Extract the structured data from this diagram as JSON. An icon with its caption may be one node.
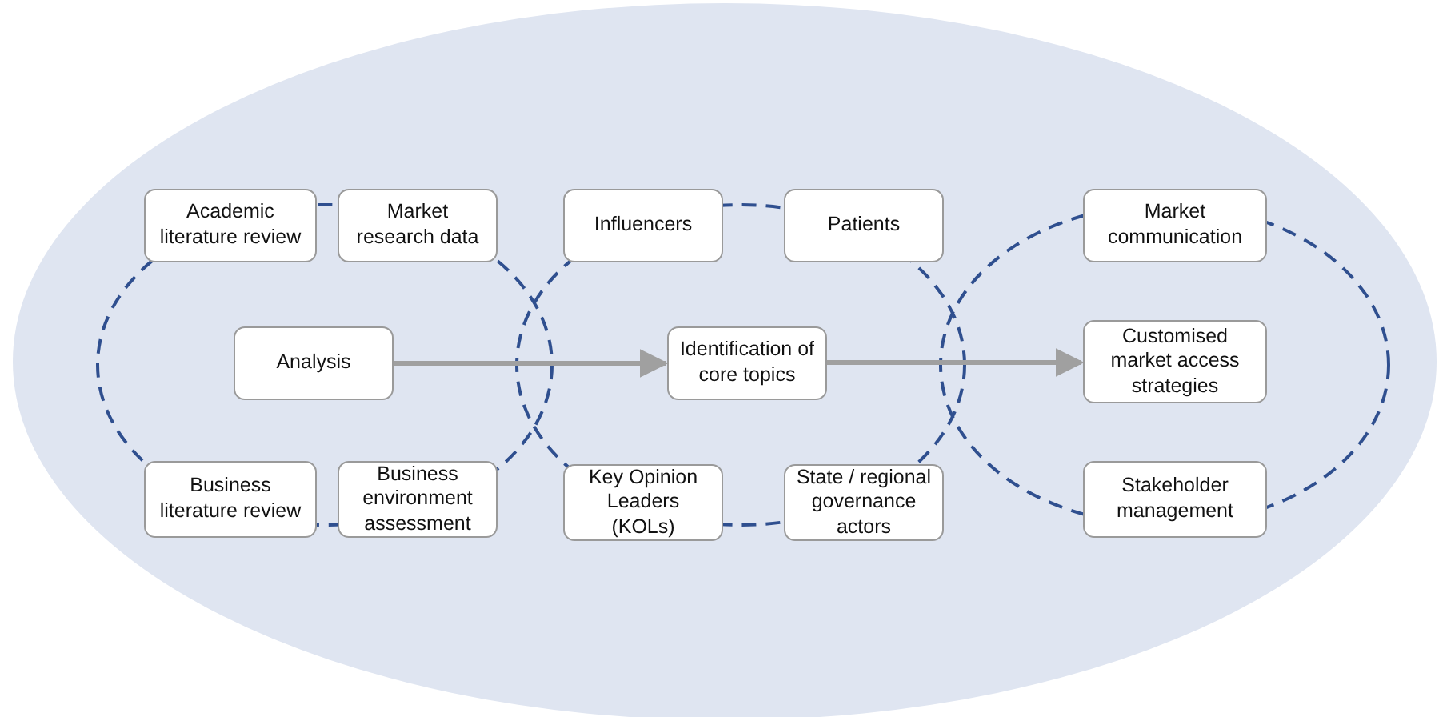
{
  "diagram": {
    "nodes": [
      {
        "text": [
          "Academic literature review"
        ]
      },
      {
        "text": [
          "Market research data"
        ]
      },
      {
        "text": [
          "Influencers"
        ]
      },
      {
        "text": [
          "Patients"
        ]
      },
      {
        "text": [
          "Market communication"
        ]
      },
      {
        "text": [
          "Analysis"
        ]
      },
      {
        "text": [
          "Identification of core topics"
        ]
      },
      {
        "text": [
          "Customised market access strategies"
        ]
      },
      {
        "text": [
          "Business literature review"
        ]
      },
      {
        "text": [
          "Business environment assessment"
        ]
      },
      {
        "text": [
          "Key Opinion Leaders (KOLs)"
        ]
      },
      {
        "text": [
          "State / regional governance actors"
        ]
      },
      {
        "text": [
          "Stakeholder management"
        ]
      }
    ],
    "edges": [
      {
        "from": 5,
        "to": 6,
        "arrow": "to"
      },
      {
        "from": 6,
        "to": 7,
        "arrow": "to"
      }
    ]
  }
}
